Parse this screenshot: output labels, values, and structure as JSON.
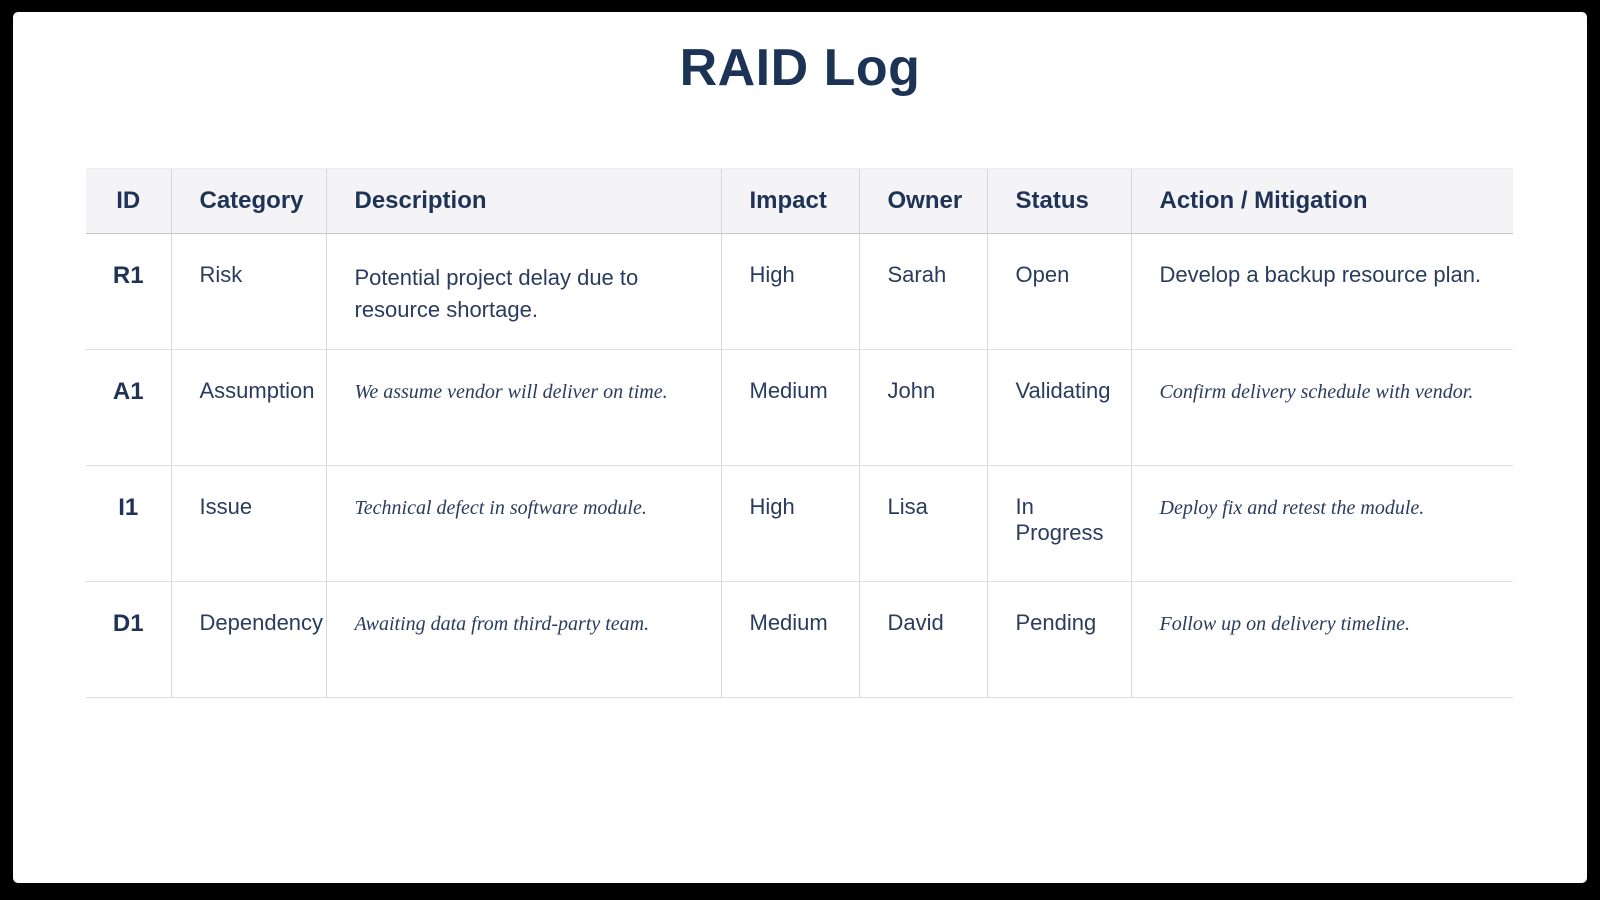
{
  "page": {
    "title": "RAID Log"
  },
  "colors": {
    "frame": "#000000",
    "background": "#ffffff",
    "text_navy": "#1e3356",
    "body_text": "#2a3c5e",
    "header_bg": "#f4f4f6",
    "grid_line": "#d6d6db"
  },
  "table": {
    "headers": {
      "id": "ID",
      "category": "Category",
      "description": "Description",
      "impact": "Impact",
      "owner": "Owner",
      "status": "Status",
      "action": "Action / Mitigation"
    },
    "rows": [
      {
        "id": "R1",
        "category": "Risk",
        "description": "Potential project delay due to resource shortage.",
        "impact": "High",
        "owner": "Sarah",
        "status": "Open",
        "action": "Develop a backup resource plan."
      },
      {
        "id": "A1",
        "category": "Assumption",
        "description": "We assume vendor will deliver on time.",
        "impact": "Medium",
        "owner": "John",
        "status": "Validating",
        "action": "Confirm delivery schedule with vendor."
      },
      {
        "id": "I1",
        "category": "Issue",
        "description": "Technical defect in software module.",
        "impact": "High",
        "owner": "Lisa",
        "status": "In Progress",
        "action": "Deploy fix and retest the module."
      },
      {
        "id": "D1",
        "category": "Dependency",
        "description": "Awaiting data from third-party team.",
        "impact": "Medium",
        "owner": "David",
        "status": "Pending",
        "action": "Follow up on delivery timeline."
      }
    ]
  }
}
